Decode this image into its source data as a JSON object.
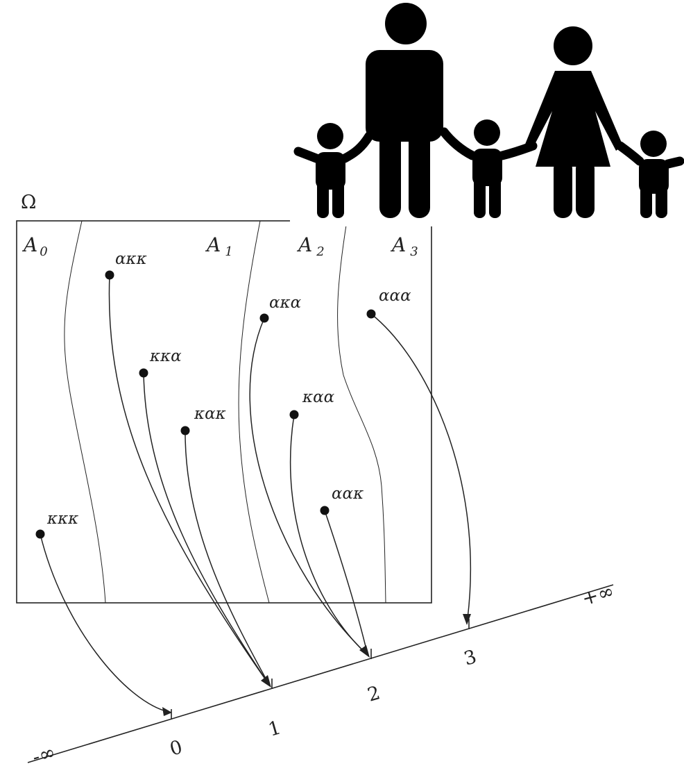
{
  "sample_space_label": "Ω",
  "partition_sets": [
    {
      "main": "A",
      "sub": "0"
    },
    {
      "main": "A",
      "sub": "1"
    },
    {
      "main": "A",
      "sub": "2"
    },
    {
      "main": "A",
      "sub": "3"
    }
  ],
  "outcomes": [
    {
      "label": "ακκ",
      "maps_to": 1
    },
    {
      "label": "κκα",
      "maps_to": 1
    },
    {
      "label": "κακ",
      "maps_to": 1
    },
    {
      "label": "κκκ",
      "maps_to": 0
    },
    {
      "label": "ακα",
      "maps_to": 2
    },
    {
      "label": "καα",
      "maps_to": 2
    },
    {
      "label": "αακ",
      "maps_to": 2
    },
    {
      "label": "ααα",
      "maps_to": 3
    }
  ],
  "real_line": {
    "neg_inf": "-∞",
    "pos_inf": "+∞",
    "ticks": [
      "0",
      "1",
      "2",
      "3"
    ]
  },
  "icon": "family-icon",
  "colors": {
    "ink": "#222222",
    "icon": "#000000"
  }
}
